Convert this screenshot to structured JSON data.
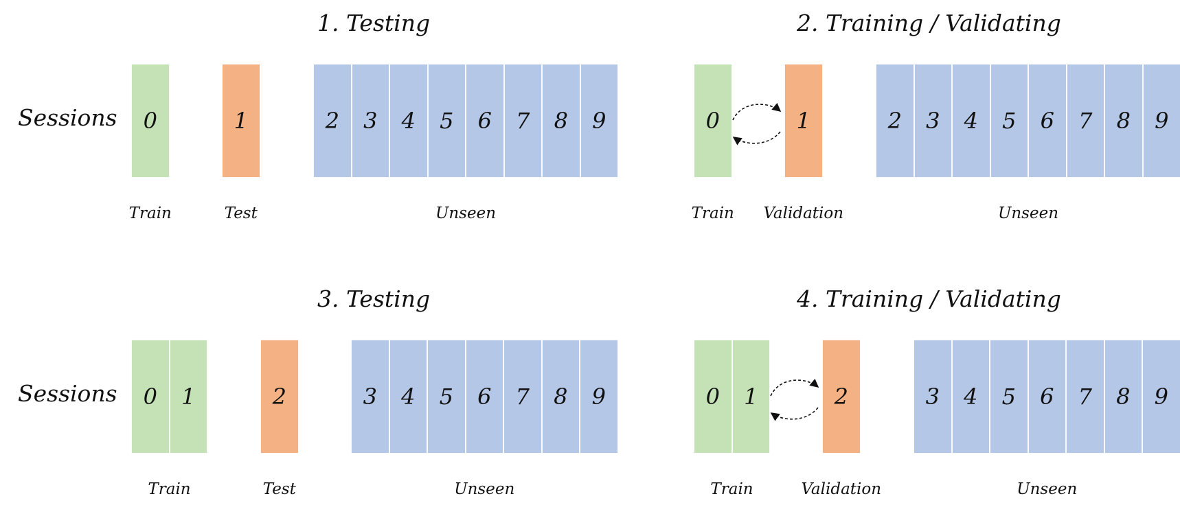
{
  "panels": [
    {
      "title": "1. Testing",
      "row_label": "Sessions",
      "groups": [
        {
          "role": "train",
          "color": "#c5e1b6",
          "sessions": [
            "0"
          ],
          "caption": "Train"
        },
        {
          "role": "test",
          "color": "#f4b183",
          "sessions": [
            "1"
          ],
          "caption": "Test"
        },
        {
          "role": "unseen",
          "color": "#b4c7e7",
          "sessions": [
            "2",
            "3",
            "4",
            "5",
            "6",
            "7",
            "8",
            "9"
          ],
          "caption": "Unseen"
        }
      ]
    },
    {
      "title": "2. Training / Validating",
      "row_label": "",
      "groups": [
        {
          "role": "train",
          "color": "#c5e1b6",
          "sessions": [
            "0"
          ],
          "caption": "Train"
        },
        {
          "role": "validation",
          "color": "#f4b183",
          "sessions": [
            "1"
          ],
          "caption": "Validation"
        },
        {
          "role": "unseen",
          "color": "#b4c7e7",
          "sessions": [
            "2",
            "3",
            "4",
            "5",
            "6",
            "7",
            "8",
            "9"
          ],
          "caption": "Unseen"
        }
      ]
    },
    {
      "title": "3. Testing",
      "row_label": "Sessions",
      "groups": [
        {
          "role": "train",
          "color": "#c5e1b6",
          "sessions": [
            "0",
            "1"
          ],
          "caption": "Train"
        },
        {
          "role": "test",
          "color": "#f4b183",
          "sessions": [
            "2"
          ],
          "caption": "Test"
        },
        {
          "role": "unseen",
          "color": "#b4c7e7",
          "sessions": [
            "3",
            "4",
            "5",
            "6",
            "7",
            "8",
            "9"
          ],
          "caption": "Unseen"
        }
      ]
    },
    {
      "title": "4. Training / Validating",
      "row_label": "",
      "groups": [
        {
          "role": "train",
          "color": "#c5e1b6",
          "sessions": [
            "0",
            "1"
          ],
          "caption": "Train"
        },
        {
          "role": "validation",
          "color": "#f4b183",
          "sessions": [
            "2"
          ],
          "caption": "Validation"
        },
        {
          "role": "unseen",
          "color": "#b4c7e7",
          "sessions": [
            "3",
            "4",
            "5",
            "6",
            "7",
            "8",
            "9"
          ],
          "caption": "Unseen"
        }
      ]
    }
  ]
}
